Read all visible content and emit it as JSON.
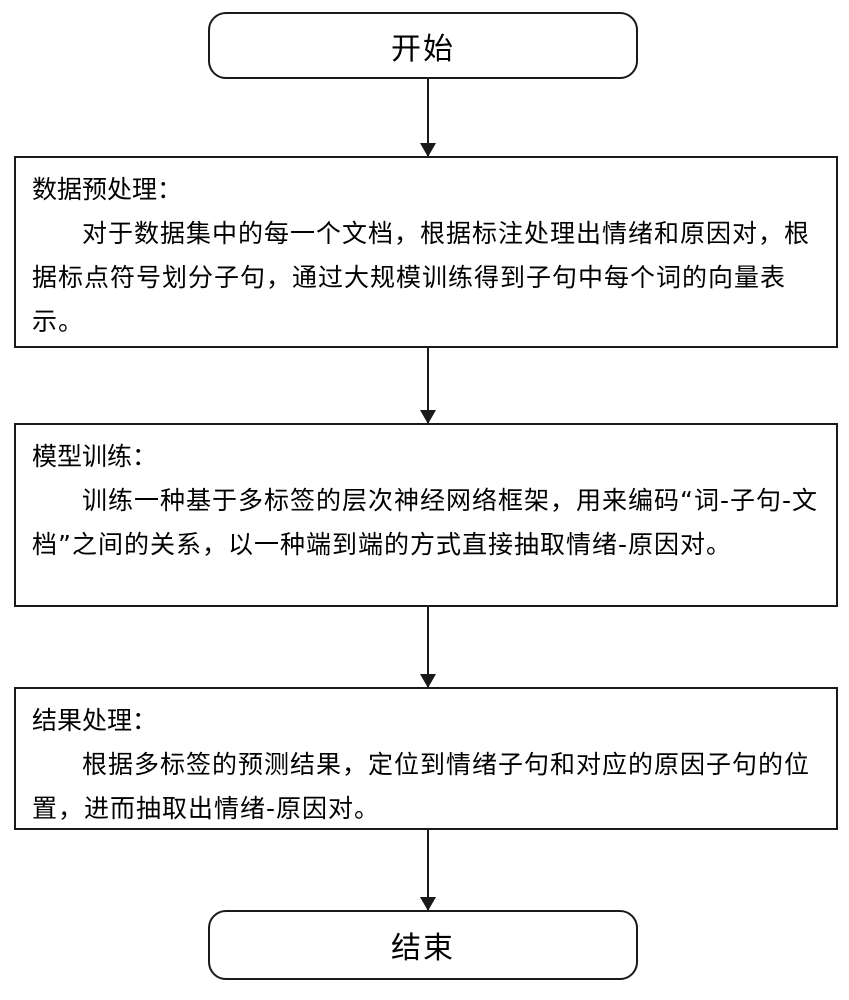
{
  "flowchart": {
    "start_label": "开始",
    "end_label": "结束",
    "steps": [
      {
        "title": "数据预处理：",
        "body": "对于数据集中的每一个文档，根据标注处理出情绪和原因对，根据标点符号划分子句，通过大规模训练得到子句中每个词的向量表示。"
      },
      {
        "title": "模型训练：",
        "body": "训练一种基于多标签的层次神经网络框架，用来编码“词-子句-文档”之间的关系，以一种端到端的方式直接抽取情绪-原因对。"
      },
      {
        "title": "结果处理：",
        "body": "根据多标签的预测结果，定位到情绪子句和对应的原因子句的位置，进而抽取出情绪-原因对。"
      }
    ]
  }
}
